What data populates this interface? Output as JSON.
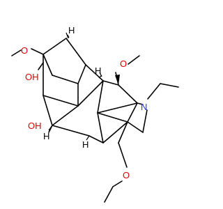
{
  "molecule": {
    "atoms": {
      "oh_upper": "OH",
      "oh_lower": "OH",
      "n_atom": "N",
      "o_methoxy_left": "O",
      "o_methoxy_right": "O",
      "o_methoxymethyl": "O",
      "h_top": "H",
      "h_mid_right": "H",
      "h_lower_left": "H",
      "h_lower_right": "H"
    },
    "colors": {
      "bond": "#000000",
      "oxygen": "#e00000",
      "nitrogen": "#2a2aff"
    }
  }
}
